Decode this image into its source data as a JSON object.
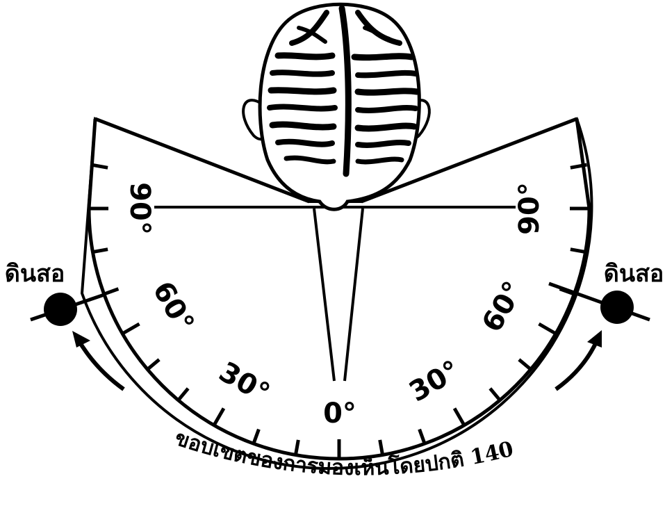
{
  "angle_labels": {
    "left_90": "90°",
    "left_60": "60°",
    "left_30": "30°",
    "center_0": "0°",
    "right_30": "30°",
    "right_60": "60°",
    "right_90": "90°"
  },
  "clay_pot_label_left": "ดินสอ",
  "clay_pot_label_right": "ดินสอ",
  "caption": "ขอบเขตของการมองเห็นโดยปกติ 140˚",
  "colors": {
    "ink": "#000000",
    "paper": "#ffffff"
  }
}
